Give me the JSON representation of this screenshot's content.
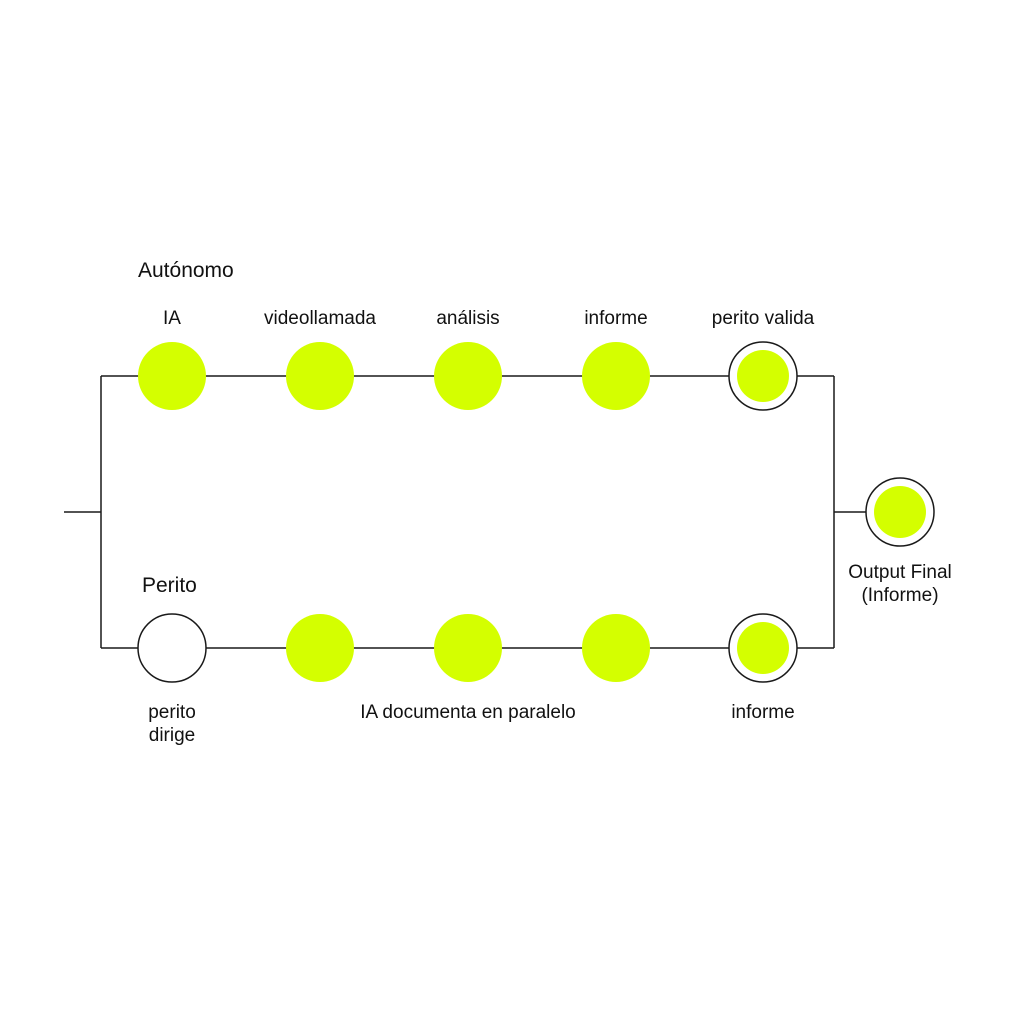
{
  "colors": {
    "accent": "#d4ff00",
    "line": "#1a1a1a",
    "background": "#ffffff"
  },
  "lanes": {
    "autonomo": {
      "title": "Autónomo",
      "steps": [
        "IA",
        "videollamada",
        "análisis",
        "informe",
        "perito valida"
      ]
    },
    "perito": {
      "title": "Perito",
      "start_label": "perito\ndirige",
      "middle_label": "IA documenta en paralelo",
      "end_label": "informe"
    }
  },
  "output": {
    "label": "Output Final\n(Informe)"
  }
}
